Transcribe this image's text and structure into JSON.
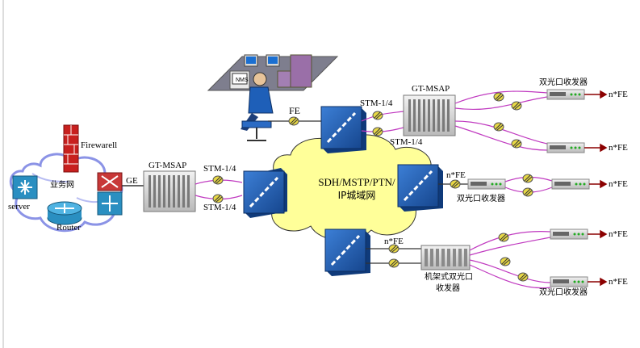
{
  "labels": {
    "server": "server",
    "router": "Router",
    "firewall": "Firewarell",
    "lan": "业务网",
    "ge": "GE",
    "gt_msap_left": "GT-MSAP",
    "stm_left_top": "STM-1/4",
    "stm_left_bottom": "STM-1/4",
    "fe": "FE",
    "stm_top_left": "STM-1/4",
    "stm_top_right": "STM-1/4",
    "gt_msap_top": "GT-MSAP",
    "cloud_line1": "SDH/MSTP/PTN/",
    "cloud_line2": "IP城域网",
    "nfe_mid": "n*FE",
    "nfe_bottom": "n*FE",
    "transceiver_mid": "双光口收发器",
    "transceiver_top": "双光口收发器",
    "transceiver_bottom": "双光口收发器",
    "rack_line1": "机架式双光口",
    "rack_line2": "收发器",
    "nms": "NMS",
    "out1": "n*FE",
    "out2": "n*FE",
    "out3": "n*FE",
    "out4": "n*FE",
    "out5": "n*FE"
  },
  "colors": {
    "cloud_fill": "#ffff99",
    "switch_blue": "#1f5fb4",
    "fiber_pink": "#c03ac0",
    "lan_cloud": "#9fa8ee",
    "firewall_red": "#c8201e",
    "node_teal": "#2a8fc1"
  }
}
